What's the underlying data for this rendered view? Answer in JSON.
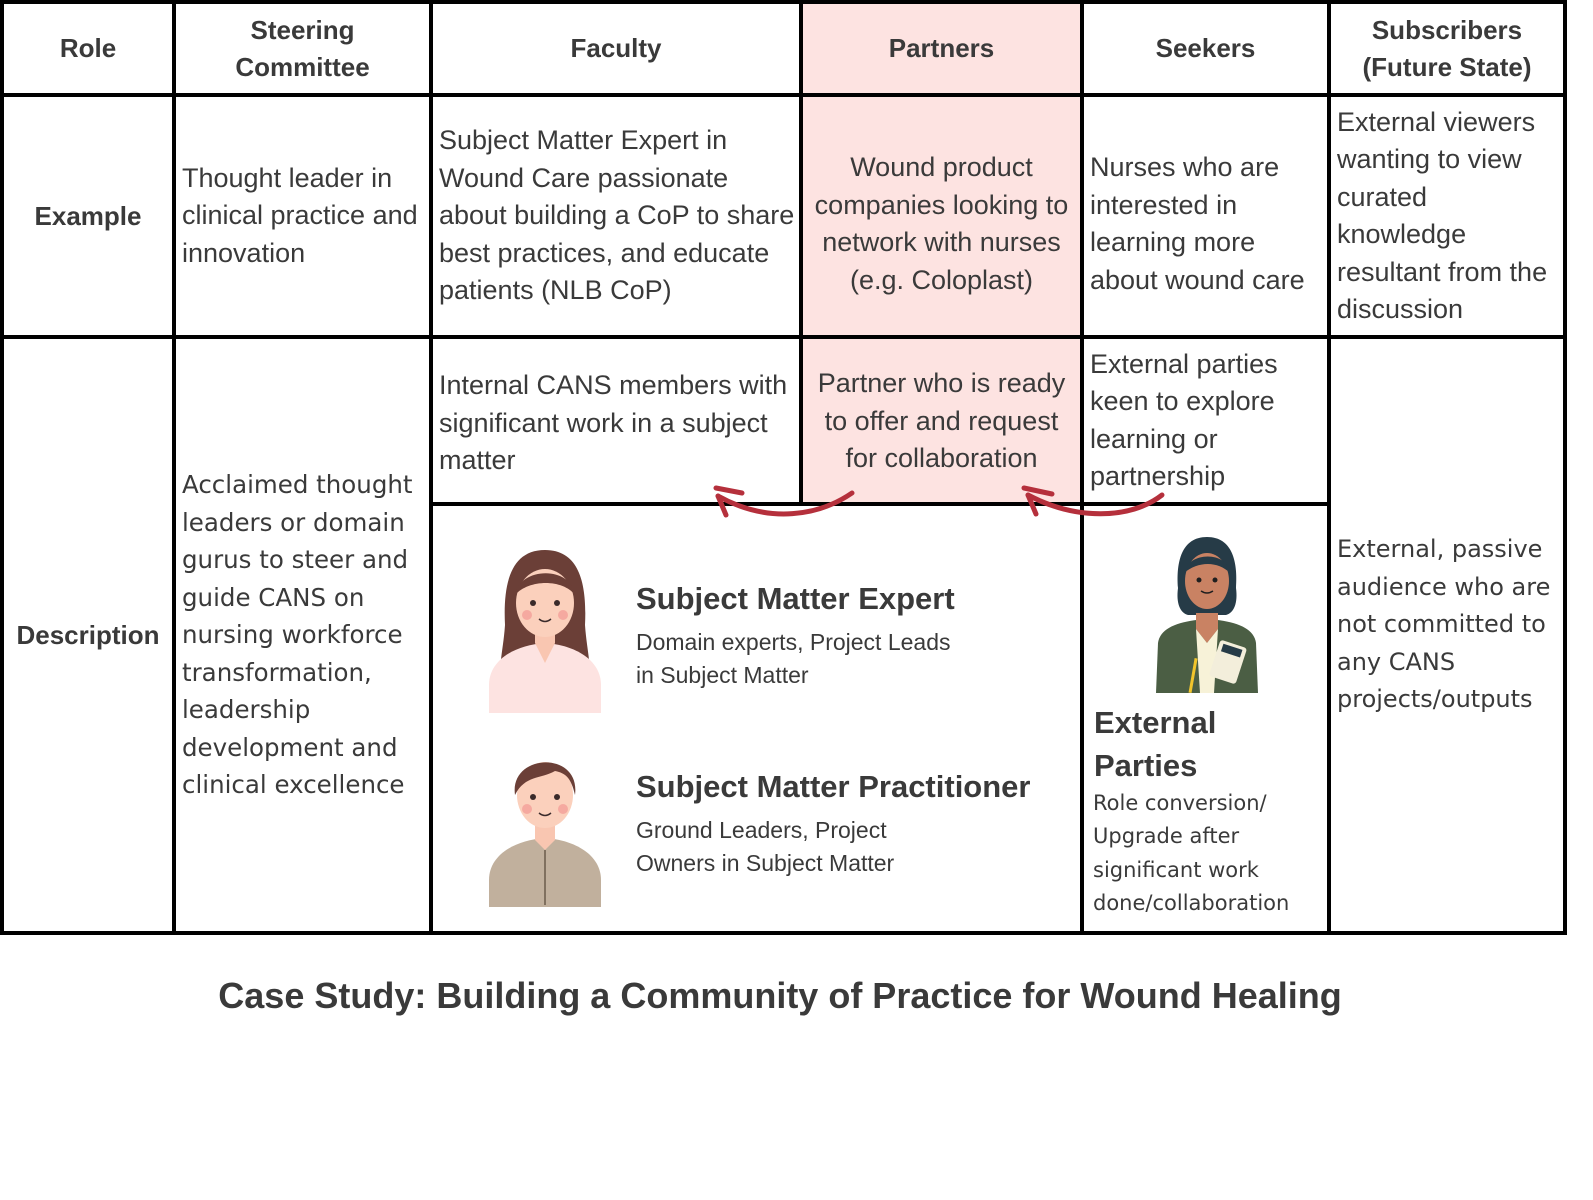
{
  "table": {
    "headers": [
      "Role",
      "Steering Committee",
      "Faculty",
      "Partners",
      "Seekers",
      "Subscribers (Future State)"
    ],
    "highlight_column": "Partners",
    "highlight_color": "#fde3e1",
    "rows": {
      "example": {
        "label": "Example",
        "steering": "Thought leader in clinical practice and innovation",
        "faculty": "Subject Matter Expert in Wound Care passionate about building a CoP to share best practices, and educate patients (NLB CoP)",
        "partners": "Wound product companies looking to network with nurses (e.g. Coloplast)",
        "seekers": "Nurses who are interested in learning more about wound care",
        "subscribers": "External viewers wanting to view curated knowledge resultant from the discussion"
      },
      "description": {
        "label": "Description",
        "steering": "Acclaimed thought leaders or domain gurus to steer and guide CANS on nursing workforce transformation, leadership development and clinical excellence",
        "faculty": "Internal CANS members with significant work in a subject matter",
        "partners": "Partner who is ready to offer and request for collaboration",
        "seekers": "External parties keen to explore learning or partnership",
        "subscribers": "External, passive audience who are not committed to any CANS projects/outputs"
      }
    }
  },
  "personas": [
    {
      "icon": "female-expert-avatar",
      "title": "Subject Matter Expert",
      "subtitle_lines": [
        "Domain experts, Project Leads",
        "in Subject Matter"
      ]
    },
    {
      "icon": "male-practitioner-avatar",
      "title": "Subject Matter Practitioner",
      "subtitle_lines": [
        "Ground Leaders, Project",
        "Owners in Subject Matter"
      ]
    },
    {
      "icon": "businesswoman-calculator-avatar",
      "title_lines": [
        "External",
        "Parties"
      ],
      "subtitle_lines": [
        "Role conversion/",
        "Upgrade after",
        "significant work",
        "done/collaboration"
      ]
    }
  ],
  "arrows": {
    "color": "#b5303c",
    "flows": [
      {
        "from": "Partners",
        "to": "Faculty"
      },
      {
        "from": "Seekers",
        "to": "Partners"
      }
    ]
  },
  "caption": "Case Study: Building a Community of Practice for Wound Healing"
}
